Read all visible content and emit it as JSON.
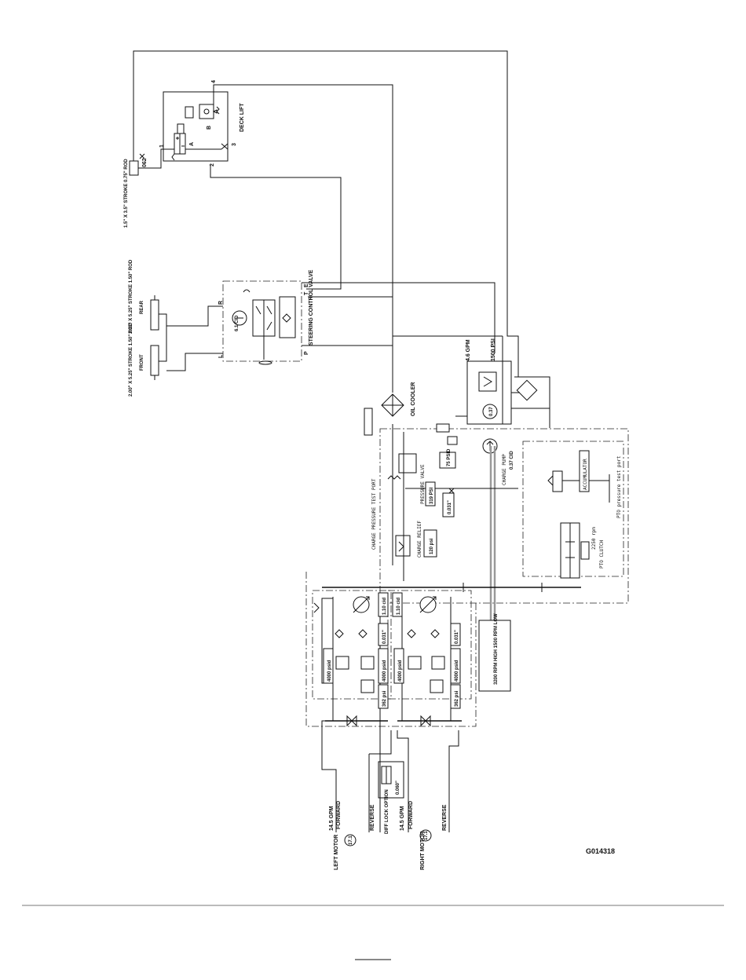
{
  "figure_id": "G014318",
  "cylinders": {
    "deck_lift": "1.5\" X 3.5\" STROKE 0.75\" ROD",
    "rear": "2.00\" X 5.25\" STROKE 1.50\" ROD",
    "rear_tag": "REAR",
    "front": "2.00\" X 5.25\" STROKE 1.50\" ROD",
    "front_tag": "FRONT"
  },
  "orifice_deck": ".062",
  "deck_lift": {
    "label": "DECK LIFT",
    "ports": [
      "1",
      "2",
      "3",
      "4"
    ],
    "spool_a": "A",
    "spool_b": "B"
  },
  "steering": {
    "label": "STEERING CONTROL VALVE",
    "cid": "6.1 CID",
    "ports": {
      "l": "L",
      "r": "R",
      "p": "P",
      "t": "T",
      "e": "E"
    }
  },
  "oil_cooler": "OIL COOLER",
  "gear_pump": {
    "flow": "4.6 GPM",
    "relief": "1500 PSI",
    "displacement": "0.37"
  },
  "charge": {
    "test_port": "CHARGE PRESSURE TEST PORT",
    "relief_label": "CHARGE RELIEF",
    "relief_psi": "120 psi",
    "pressure_valve": "PRESSURE VALVE",
    "pressure_valve_psi": "319 PSI",
    "orifice": "0.031\"",
    "check_psi": "75 PSID",
    "pump_label": "CHARGE PUMP",
    "pump_cid": "0.37 CID"
  },
  "pto": {
    "accumulator": "ACCUMULATOR",
    "clutch": "PTO CLUTCH",
    "rpm": "2250 rpm",
    "test_port": "PTO pressure test port"
  },
  "engine": "3200 RPM HIGH 1500 RPM LOW",
  "pumps": {
    "left_cid": "1.10 cid",
    "right_cid": "1.10 cid",
    "relief_left": "4000 psid",
    "relief_left2": "4000 psid",
    "relief_right": "4000 psid",
    "relief_right2": "4000 psid",
    "orifice_left": "0.031\"",
    "orifice_right": "0.031\"",
    "bypass_left": "362 psi",
    "bypass_right": "362 psi"
  },
  "diff_lock": {
    "label": "DIFF LOCK OPTION",
    "orifice": "0.060\""
  },
  "left_motor": {
    "flow": "14.5 GPM",
    "forward": "FORWARD",
    "reverse": "REVERSE",
    "label": "LEFT MOTOR",
    "cid": "17.1"
  },
  "right_motor": {
    "flow": "14.5 GPM",
    "forward": "FORWARD",
    "reverse": "REVERSE",
    "label": "RIGHT MOTOR",
    "cid": "17.1"
  }
}
